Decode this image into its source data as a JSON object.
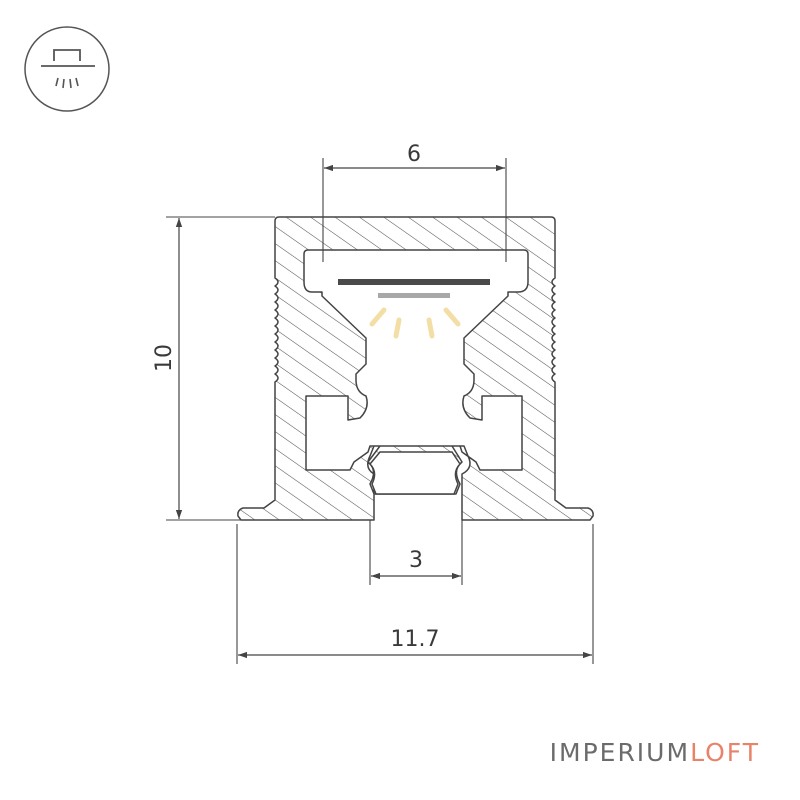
{
  "dimensions": {
    "top_channel_width": "6",
    "height": "10",
    "bottom_slot_width": "3",
    "total_width": "11.7"
  },
  "brand": {
    "part1": "IMPERIUM",
    "part2": "LOFT",
    "part1_color": "#6b6b6b",
    "part2_color": "#e8836a"
  },
  "icons": {
    "mount_type": "surface-mount-light-icon"
  },
  "colors": {
    "line": "#444444",
    "profile_hatch": "#555555",
    "led_strip": "#4a4a4a",
    "diffuser": "#a8a8a8",
    "light_rays": "#f3dfa6"
  }
}
